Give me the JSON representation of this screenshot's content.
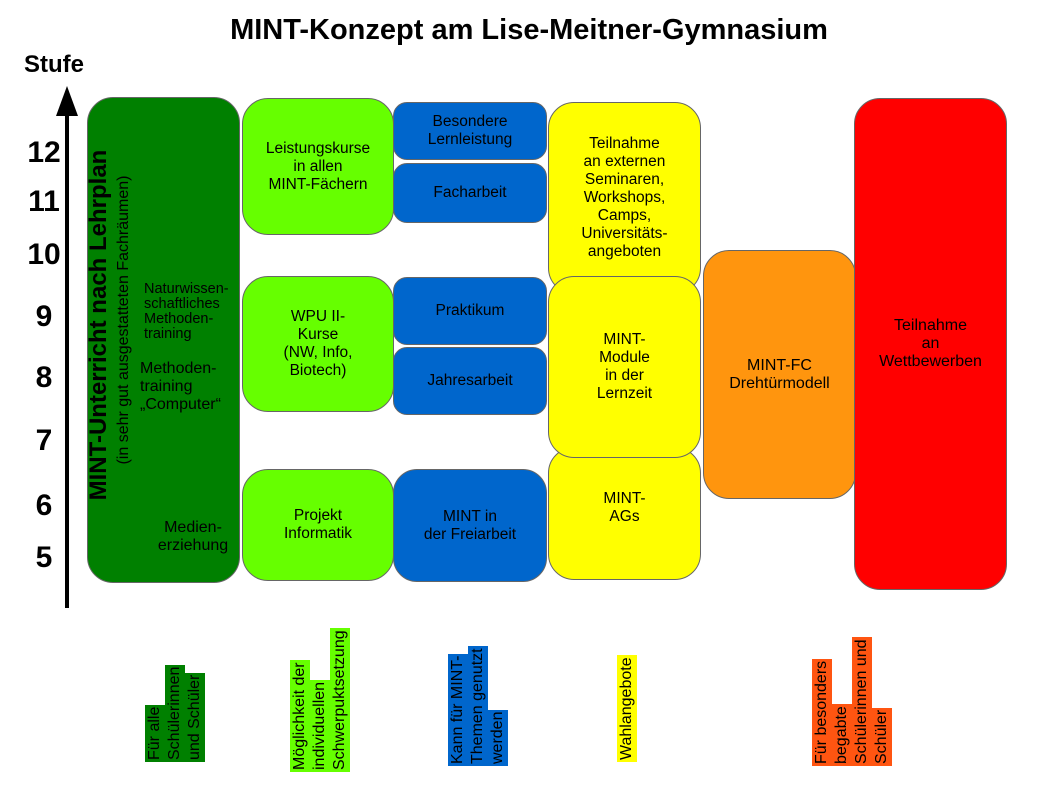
{
  "title": "MINT-Konzept am Lise-Meitner-Gymnasium",
  "axis": {
    "label": "Stufe",
    "ticks": [
      "12",
      "11",
      "10",
      "9",
      "8",
      "7",
      "6",
      "5"
    ]
  },
  "green_column": {
    "vertical_title": "MINT-Unterricht nach Lehrplan",
    "vertical_subtitle": "(in sehr gut ausgestatteten Fachräumen)",
    "item1": "Naturwissen-\nschaftliches\nMethoden-\ntraining",
    "item2": "Methoden-\ntraining\n„Computer“",
    "item3": "Medien-\nerziehung"
  },
  "lime_boxes": {
    "lk": "Leistungskurse\nin allen\nMINT-Fächern",
    "wpu": "WPU II-\nKurse\n(NW, Info,\nBiotech)",
    "projekt": "Projekt\nInformatik"
  },
  "blue_boxes": {
    "besondere": "Besondere\nLernleistung",
    "facharbeit": "Facharbeit",
    "praktikum": "Praktikum",
    "jahresarbeit": "Jahresarbeit",
    "freiarbeit": "MINT in\nder Freiarbeit"
  },
  "yellow_boxes": {
    "extern": "Teilnahme\nan externen\nSeminaren,\nWorkshops,\nCamps,\nUniversitäts-\nangeboten",
    "module": "MINT-\nModule\nin der\nLernzeit",
    "ags": "MINT-\nAGs"
  },
  "orange_box": "MINT-FC\nDrehtürmodell",
  "red_box": "Teilnahme\nan\nWettbewerben",
  "captions": {
    "green": [
      "Für alle",
      "Schülerinnen",
      "und Schüler"
    ],
    "lime": [
      "Möglichkeit der",
      "individuellen",
      "Schwerpuktsetzung"
    ],
    "blue": [
      "Kann für MINT-",
      "Themen genutzt",
      "werden"
    ],
    "yellow": [
      "Wahlangebote"
    ],
    "orange": [
      "Für besonders",
      "begabte",
      "Schülerinnen und",
      "Schüler"
    ]
  },
  "colors": {
    "dark_green": "#008000",
    "lime": "#66ff00",
    "blue": "#0066cc",
    "yellow": "#ffff00",
    "orange": "#ff950e",
    "red": "#ff0000",
    "caption_orange": "#ff5511"
  }
}
